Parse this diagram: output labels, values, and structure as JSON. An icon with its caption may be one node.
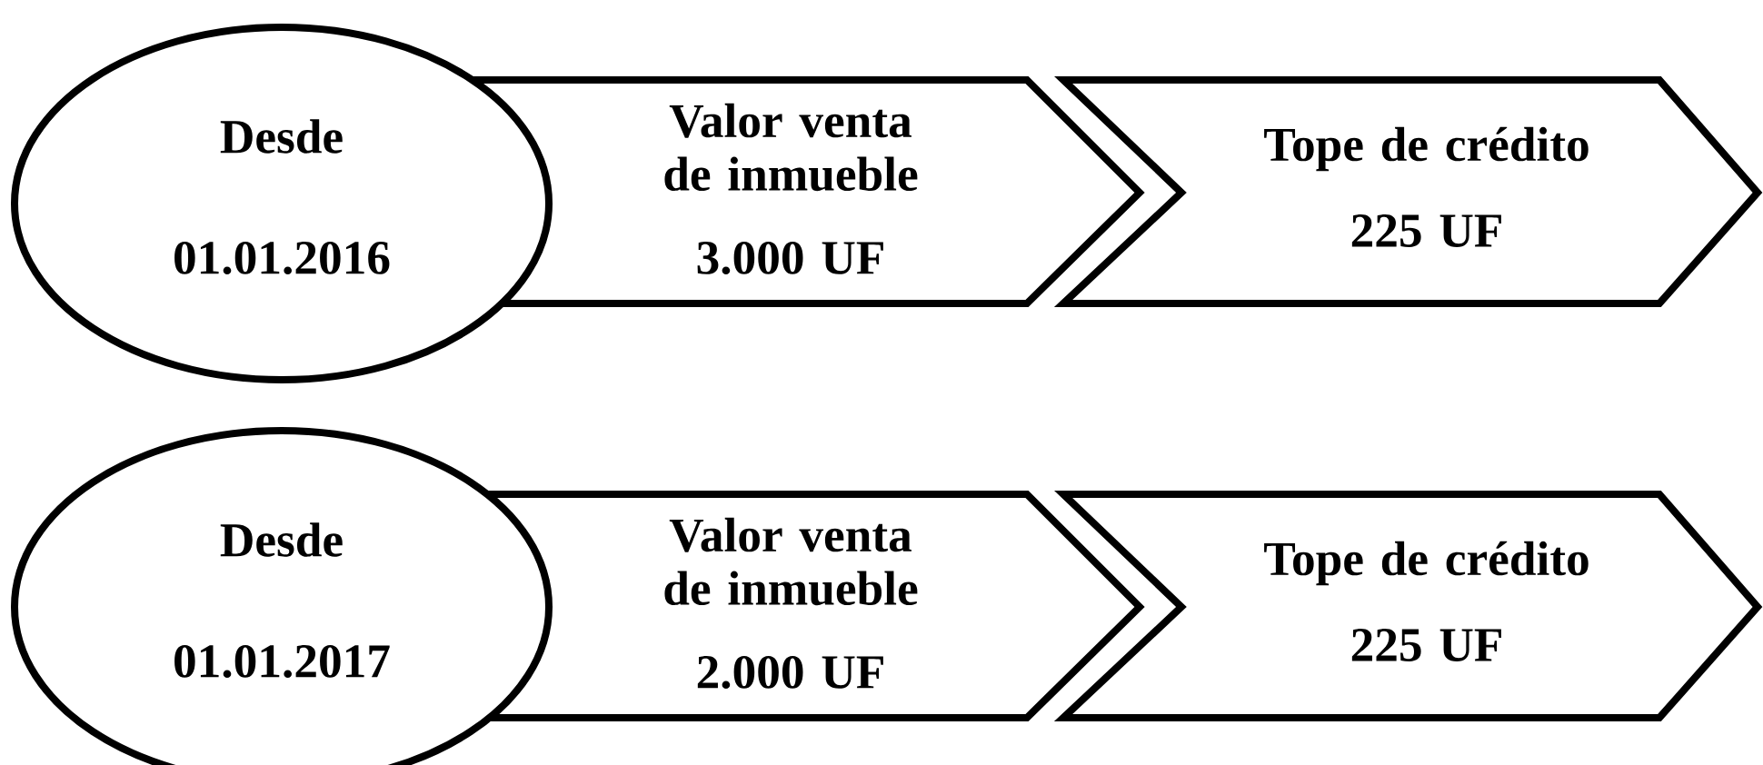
{
  "diagram": {
    "nodes": [
      {
        "text": [
          "Desde",
          "01.01.2016"
        ]
      },
      {
        "text": [
          "Valor venta de inmueble",
          "3.000 UF"
        ]
      },
      {
        "text": [
          "Tope de crédito",
          "225 UF"
        ]
      },
      {
        "text": [
          "Desde",
          "01.01.2017"
        ]
      },
      {
        "text": [
          "Valor venta de inmueble",
          "2.000 UF"
        ]
      },
      {
        "text": [
          "Tope de crédito",
          "225 UF"
        ]
      }
    ]
  }
}
